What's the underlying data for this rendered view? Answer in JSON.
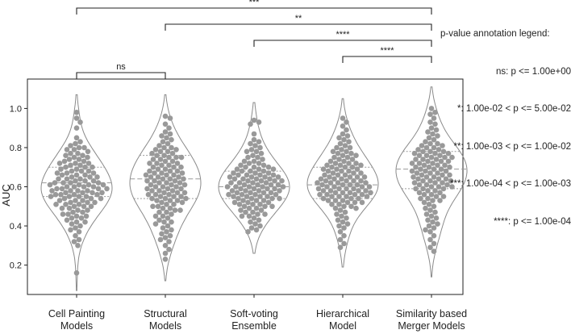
{
  "chart_data": {
    "type": "violin-swarm",
    "ylabel": "AUC",
    "ylim": [
      0.05,
      1.15
    ],
    "yticks": [
      0.2,
      0.4,
      0.6,
      0.8,
      1.0
    ],
    "ytick_labels": [
      "0.2",
      "0.4",
      "0.6",
      "0.8",
      "1.0"
    ],
    "categories": [
      [
        "Cell Painting",
        "Models"
      ],
      [
        "Structural",
        "Models"
      ],
      [
        "Soft-voting",
        "Ensemble"
      ],
      [
        "Hierarchical",
        "Model"
      ],
      [
        "Similarity based",
        "Merger Models"
      ]
    ],
    "groups": [
      {
        "q1": 0.55,
        "median": 0.62,
        "q3": 0.7,
        "min": 0.07,
        "max": 1.07,
        "points": [
          0.98,
          0.95,
          0.93,
          0.9,
          0.85,
          0.83,
          0.82,
          0.81,
          0.8,
          0.8,
          0.79,
          0.79,
          0.78,
          0.77,
          0.77,
          0.76,
          0.76,
          0.75,
          0.75,
          0.74,
          0.74,
          0.73,
          0.73,
          0.72,
          0.72,
          0.72,
          0.71,
          0.71,
          0.7,
          0.7,
          0.7,
          0.69,
          0.69,
          0.68,
          0.68,
          0.68,
          0.67,
          0.67,
          0.67,
          0.66,
          0.66,
          0.66,
          0.65,
          0.65,
          0.65,
          0.64,
          0.64,
          0.64,
          0.63,
          0.63,
          0.63,
          0.62,
          0.62,
          0.62,
          0.62,
          0.61,
          0.61,
          0.61,
          0.61,
          0.6,
          0.6,
          0.6,
          0.6,
          0.59,
          0.59,
          0.59,
          0.59,
          0.58,
          0.58,
          0.58,
          0.58,
          0.57,
          0.57,
          0.57,
          0.57,
          0.56,
          0.56,
          0.56,
          0.56,
          0.55,
          0.55,
          0.55,
          0.55,
          0.54,
          0.54,
          0.54,
          0.53,
          0.53,
          0.53,
          0.52,
          0.52,
          0.52,
          0.51,
          0.51,
          0.51,
          0.5,
          0.5,
          0.5,
          0.49,
          0.49,
          0.48,
          0.48,
          0.47,
          0.47,
          0.46,
          0.46,
          0.45,
          0.45,
          0.44,
          0.44,
          0.43,
          0.42,
          0.42,
          0.41,
          0.4,
          0.39,
          0.38,
          0.37,
          0.35,
          0.33,
          0.32,
          0.3,
          0.16
        ]
      },
      {
        "q1": 0.54,
        "median": 0.64,
        "q3": 0.76,
        "min": 0.12,
        "max": 1.07,
        "points": [
          0.96,
          0.95,
          0.92,
          0.9,
          0.88,
          0.87,
          0.86,
          0.85,
          0.84,
          0.83,
          0.82,
          0.81,
          0.8,
          0.8,
          0.79,
          0.79,
          0.78,
          0.78,
          0.77,
          0.77,
          0.76,
          0.76,
          0.75,
          0.75,
          0.75,
          0.74,
          0.74,
          0.73,
          0.73,
          0.72,
          0.72,
          0.72,
          0.71,
          0.71,
          0.7,
          0.7,
          0.7,
          0.69,
          0.69,
          0.68,
          0.68,
          0.68,
          0.67,
          0.67,
          0.67,
          0.66,
          0.66,
          0.66,
          0.65,
          0.65,
          0.65,
          0.64,
          0.64,
          0.64,
          0.63,
          0.63,
          0.63,
          0.62,
          0.62,
          0.62,
          0.61,
          0.61,
          0.61,
          0.6,
          0.6,
          0.6,
          0.59,
          0.59,
          0.59,
          0.58,
          0.58,
          0.58,
          0.57,
          0.57,
          0.57,
          0.56,
          0.56,
          0.56,
          0.55,
          0.55,
          0.55,
          0.54,
          0.54,
          0.54,
          0.53,
          0.53,
          0.53,
          0.52,
          0.52,
          0.51,
          0.51,
          0.5,
          0.5,
          0.49,
          0.49,
          0.48,
          0.48,
          0.47,
          0.47,
          0.46,
          0.45,
          0.45,
          0.44,
          0.43,
          0.42,
          0.42,
          0.41,
          0.4,
          0.39,
          0.38,
          0.37,
          0.36,
          0.35,
          0.34,
          0.33,
          0.32,
          0.3,
          0.28,
          0.26,
          0.23
        ]
      },
      {
        "q1": 0.54,
        "median": 0.6,
        "q3": 0.68,
        "min": 0.26,
        "max": 1.03,
        "points": [
          0.94,
          0.93,
          0.92,
          0.87,
          0.84,
          0.83,
          0.82,
          0.81,
          0.8,
          0.79,
          0.78,
          0.78,
          0.77,
          0.76,
          0.75,
          0.75,
          0.74,
          0.73,
          0.73,
          0.72,
          0.72,
          0.71,
          0.71,
          0.7,
          0.7,
          0.7,
          0.69,
          0.69,
          0.69,
          0.68,
          0.68,
          0.68,
          0.67,
          0.67,
          0.67,
          0.66,
          0.66,
          0.66,
          0.66,
          0.65,
          0.65,
          0.65,
          0.65,
          0.64,
          0.64,
          0.64,
          0.64,
          0.63,
          0.63,
          0.63,
          0.63,
          0.62,
          0.62,
          0.62,
          0.62,
          0.61,
          0.61,
          0.61,
          0.61,
          0.6,
          0.6,
          0.6,
          0.6,
          0.6,
          0.59,
          0.59,
          0.59,
          0.59,
          0.58,
          0.58,
          0.58,
          0.58,
          0.57,
          0.57,
          0.57,
          0.57,
          0.56,
          0.56,
          0.56,
          0.56,
          0.55,
          0.55,
          0.55,
          0.55,
          0.54,
          0.54,
          0.54,
          0.54,
          0.53,
          0.53,
          0.53,
          0.52,
          0.52,
          0.52,
          0.51,
          0.51,
          0.51,
          0.5,
          0.5,
          0.5,
          0.49,
          0.49,
          0.48,
          0.48,
          0.47,
          0.47,
          0.46,
          0.46,
          0.45,
          0.45,
          0.44,
          0.43,
          0.42,
          0.41,
          0.4,
          0.39,
          0.38,
          0.37
        ]
      },
      {
        "q1": 0.54,
        "median": 0.61,
        "q3": 0.7,
        "min": 0.19,
        "max": 1.05,
        "points": [
          0.95,
          0.93,
          0.91,
          0.89,
          0.87,
          0.86,
          0.85,
          0.84,
          0.83,
          0.82,
          0.81,
          0.8,
          0.8,
          0.79,
          0.78,
          0.78,
          0.77,
          0.77,
          0.76,
          0.76,
          0.75,
          0.75,
          0.74,
          0.74,
          0.73,
          0.73,
          0.72,
          0.72,
          0.72,
          0.71,
          0.71,
          0.71,
          0.7,
          0.7,
          0.7,
          0.69,
          0.69,
          0.69,
          0.68,
          0.68,
          0.68,
          0.67,
          0.67,
          0.67,
          0.66,
          0.66,
          0.66,
          0.65,
          0.65,
          0.65,
          0.65,
          0.64,
          0.64,
          0.64,
          0.63,
          0.63,
          0.63,
          0.63,
          0.62,
          0.62,
          0.62,
          0.62,
          0.61,
          0.61,
          0.61,
          0.61,
          0.6,
          0.6,
          0.6,
          0.6,
          0.59,
          0.59,
          0.59,
          0.59,
          0.58,
          0.58,
          0.58,
          0.58,
          0.57,
          0.57,
          0.57,
          0.57,
          0.56,
          0.56,
          0.56,
          0.56,
          0.55,
          0.55,
          0.55,
          0.55,
          0.54,
          0.54,
          0.54,
          0.53,
          0.53,
          0.53,
          0.52,
          0.52,
          0.52,
          0.51,
          0.51,
          0.5,
          0.5,
          0.49,
          0.49,
          0.48,
          0.47,
          0.46,
          0.45,
          0.44,
          0.43,
          0.42,
          0.41,
          0.4,
          0.39,
          0.37,
          0.35,
          0.33,
          0.31,
          0.29
        ]
      },
      {
        "q1": 0.59,
        "median": 0.69,
        "q3": 0.78,
        "min": 0.14,
        "max": 1.11,
        "points": [
          1.0,
          0.98,
          0.97,
          0.95,
          0.93,
          0.92,
          0.9,
          0.89,
          0.88,
          0.87,
          0.86,
          0.85,
          0.84,
          0.83,
          0.82,
          0.82,
          0.81,
          0.81,
          0.8,
          0.8,
          0.79,
          0.79,
          0.78,
          0.78,
          0.78,
          0.77,
          0.77,
          0.77,
          0.76,
          0.76,
          0.76,
          0.75,
          0.75,
          0.75,
          0.74,
          0.74,
          0.74,
          0.73,
          0.73,
          0.73,
          0.72,
          0.72,
          0.72,
          0.71,
          0.71,
          0.71,
          0.7,
          0.7,
          0.7,
          0.69,
          0.69,
          0.69,
          0.68,
          0.68,
          0.68,
          0.67,
          0.67,
          0.67,
          0.66,
          0.66,
          0.66,
          0.65,
          0.65,
          0.65,
          0.64,
          0.64,
          0.64,
          0.63,
          0.63,
          0.63,
          0.62,
          0.62,
          0.62,
          0.61,
          0.61,
          0.61,
          0.6,
          0.6,
          0.6,
          0.59,
          0.59,
          0.59,
          0.58,
          0.58,
          0.57,
          0.57,
          0.56,
          0.56,
          0.55,
          0.55,
          0.54,
          0.54,
          0.53,
          0.53,
          0.52,
          0.51,
          0.5,
          0.49,
          0.48,
          0.47,
          0.46,
          0.45,
          0.44,
          0.43,
          0.42,
          0.41,
          0.4,
          0.39,
          0.38,
          0.37,
          0.35,
          0.33,
          0.31,
          0.29,
          0.27
        ]
      }
    ],
    "significance": [
      {
        "from": 0,
        "to": 1,
        "label": "ns"
      },
      {
        "from": 3,
        "to": 4,
        "label": "****"
      },
      {
        "from": 2,
        "to": 4,
        "label": "****"
      },
      {
        "from": 1,
        "to": 4,
        "label": "**"
      },
      {
        "from": 0,
        "to": 4,
        "label": "***"
      }
    ],
    "legend": {
      "title": "p-value annotation legend:",
      "lines": [
        "ns: p <= 1.00e+00",
        "*: 1.00e-02 < p <= 5.00e-02",
        "**: 1.00e-03 < p <= 1.00e-02",
        "***: 1.00e-04 < p <= 1.00e-03",
        "****: p <= 1.00e-04"
      ]
    },
    "colors": {
      "dot": "#999999",
      "violin_stroke": "#8a8a8a",
      "quartile": "#9a9a9a",
      "axis": "#222222"
    }
  }
}
